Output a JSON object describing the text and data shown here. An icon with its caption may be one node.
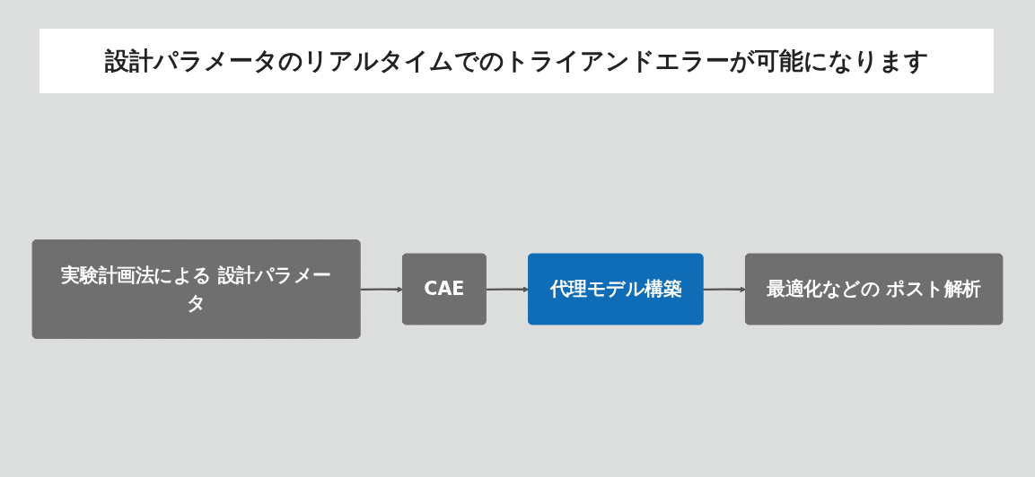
{
  "diagram": {
    "title": "設計パラメータのリアルタイムでのトライアンドエラーが可能になります",
    "nodes": [
      {
        "text": [
          "実験計画法による 設計パラメータ"
        ]
      },
      {
        "text": [
          "CAE"
        ]
      },
      {
        "text": [
          "代理モデル構築"
        ]
      },
      {
        "text": [
          "最適化などの ポスト解析"
        ]
      }
    ],
    "edges": [
      {
        "from": 0,
        "to": 1,
        "arrow": "to"
      },
      {
        "from": 1,
        "to": 2,
        "arrow": "to"
      },
      {
        "from": 2,
        "to": 3,
        "arrow": "to"
      }
    ]
  }
}
